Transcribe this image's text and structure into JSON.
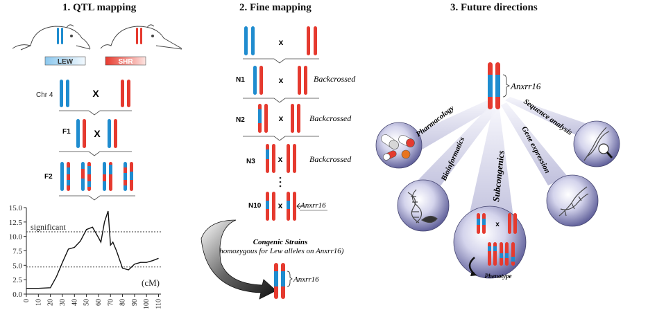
{
  "sections": {
    "qtl": {
      "title": "1. QTL mapping"
    },
    "fine": {
      "title": "2. Fine mapping"
    },
    "future": {
      "title": "3. Future directions"
    }
  },
  "qtl": {
    "strain_a": "LEW",
    "strain_b": "SHR",
    "chr_label": "Chr 4",
    "cross_symbol": "X",
    "f1_label": "F1",
    "f2_label": "F2"
  },
  "chart_data": {
    "type": "line",
    "x": [
      0,
      10,
      20,
      25,
      30,
      35,
      40,
      45,
      50,
      55,
      60,
      62,
      65,
      68,
      70,
      72,
      75,
      80,
      85,
      90,
      95,
      100,
      105,
      110
    ],
    "values": [
      1.0,
      1.0,
      1.1,
      3.0,
      5.5,
      7.8,
      8.1,
      9.2,
      11.2,
      11.6,
      9.8,
      9.0,
      12.5,
      14.4,
      8.5,
      9.0,
      7.5,
      4.5,
      4.2,
      5.2,
      5.5,
      5.5,
      5.8,
      6.2
    ],
    "xlabel": "(cM)",
    "ylabel": "",
    "x_ticks": [
      "0",
      "10",
      "20",
      "30",
      "40",
      "50",
      "60",
      "70",
      "80",
      "90",
      "100",
      "110"
    ],
    "y_ticks": [
      "0.0",
      "2.5",
      "5.0",
      "7.5",
      "10.0",
      "12.5",
      "15.0"
    ],
    "xlim": [
      0,
      112
    ],
    "ylim": [
      0,
      15
    ],
    "thresholds": [
      {
        "label": "significant",
        "value": 10.8
      },
      {
        "label": "",
        "value": 4.7
      }
    ],
    "grid": false
  },
  "fine": {
    "cross_symbol": "x",
    "generations": [
      "N1",
      "N2",
      "N3",
      "N10"
    ],
    "backcrossed_label": "Backcrossed",
    "gene_label": "Anxrr16",
    "congenic_title": "Congenic Strains",
    "congenic_subtitle": "(homozygous for Lew alleles on Anxrr16)"
  },
  "future": {
    "gene_label": "Anxrr16",
    "branches": [
      "Pharmacology",
      "Bioinformatics",
      "Subcongenics",
      "Gene expression",
      "Sequence analysis"
    ],
    "cross_symbol": "x",
    "phenotype_label": "Phenotype"
  },
  "colors": {
    "blue": "#1f8ccf",
    "red": "#e53a2f",
    "lew_box": "#bfe0f5",
    "shr_box": "#ef5a4e",
    "orb": "#6f6fa8"
  }
}
